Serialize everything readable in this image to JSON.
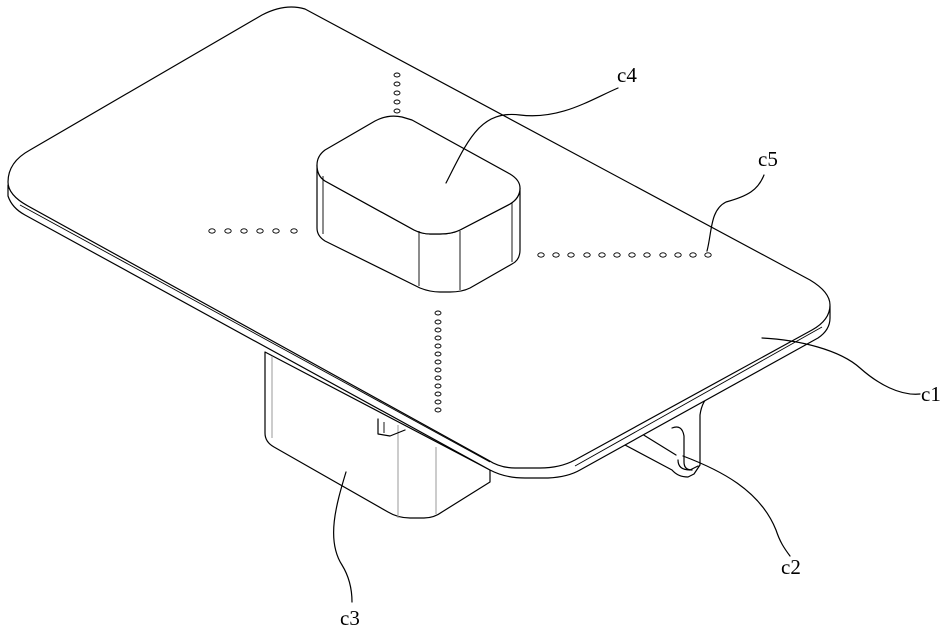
{
  "labels": {
    "c1": "c1",
    "c2": "c2",
    "c3": "c3",
    "c4": "c4",
    "c5": "c5"
  }
}
